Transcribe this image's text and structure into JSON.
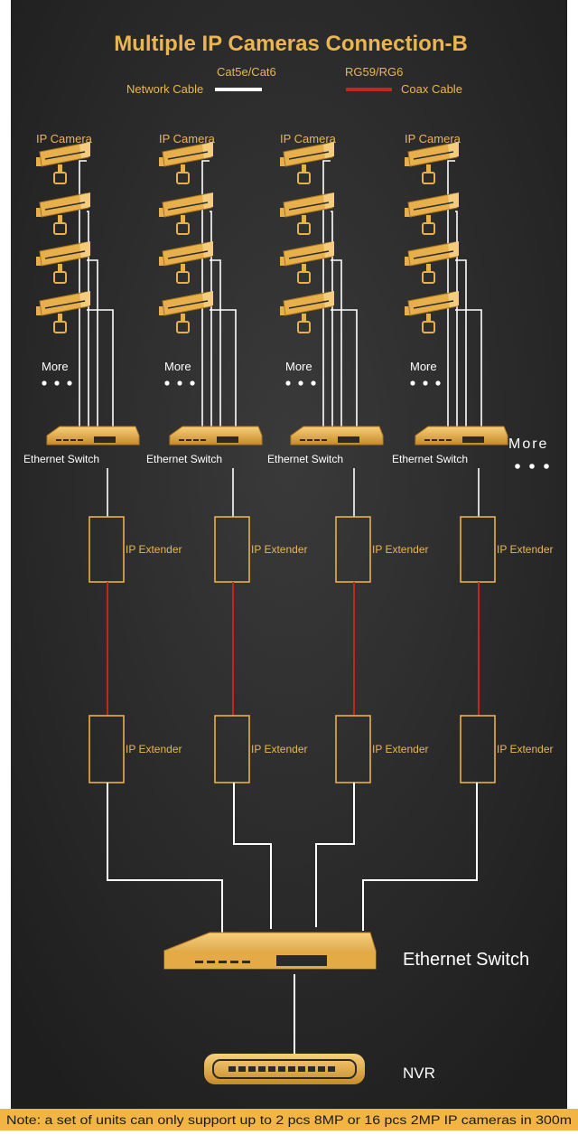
{
  "title": "Multiple IP Cameras Connection-B",
  "legend": {
    "network_top": "Cat5e/Cat6",
    "network_label": "Network Cable",
    "coax_top": "RG59/RG6",
    "coax_label": "Coax Cable"
  },
  "columns": [
    {
      "camera_label": "IP Camera",
      "more_label": "More",
      "switch_label": "Ethernet Switch",
      "extender_top": "IP Extender",
      "extender_bottom": "IP Extender"
    },
    {
      "camera_label": "IP Camera",
      "more_label": "More",
      "switch_label": "Ethernet Switch",
      "extender_top": "IP Extender",
      "extender_bottom": "IP Extender"
    },
    {
      "camera_label": "IP Camera",
      "more_label": "More",
      "switch_label": "Ethernet Switch",
      "extender_top": "IP Extender",
      "extender_bottom": "IP Extender"
    },
    {
      "camera_label": "IP Camera",
      "more_label": "More",
      "switch_label": "Ethernet Switch",
      "extender_top": "IP Extender",
      "extender_bottom": "IP Extender"
    }
  ],
  "side_more": "More",
  "main_switch_label": "Ethernet Switch",
  "nvr_label": "NVR",
  "note": "Note: a set of units can only support up to 2 pcs 8MP or 16 pcs 2MP IP cameras in 300m",
  "colors": {
    "background": "#2b2b2b",
    "gold": "#e8b04a",
    "network_cable": "#ffffff",
    "coax_cable": "#c0281c",
    "note_bar": "#f2b544"
  }
}
